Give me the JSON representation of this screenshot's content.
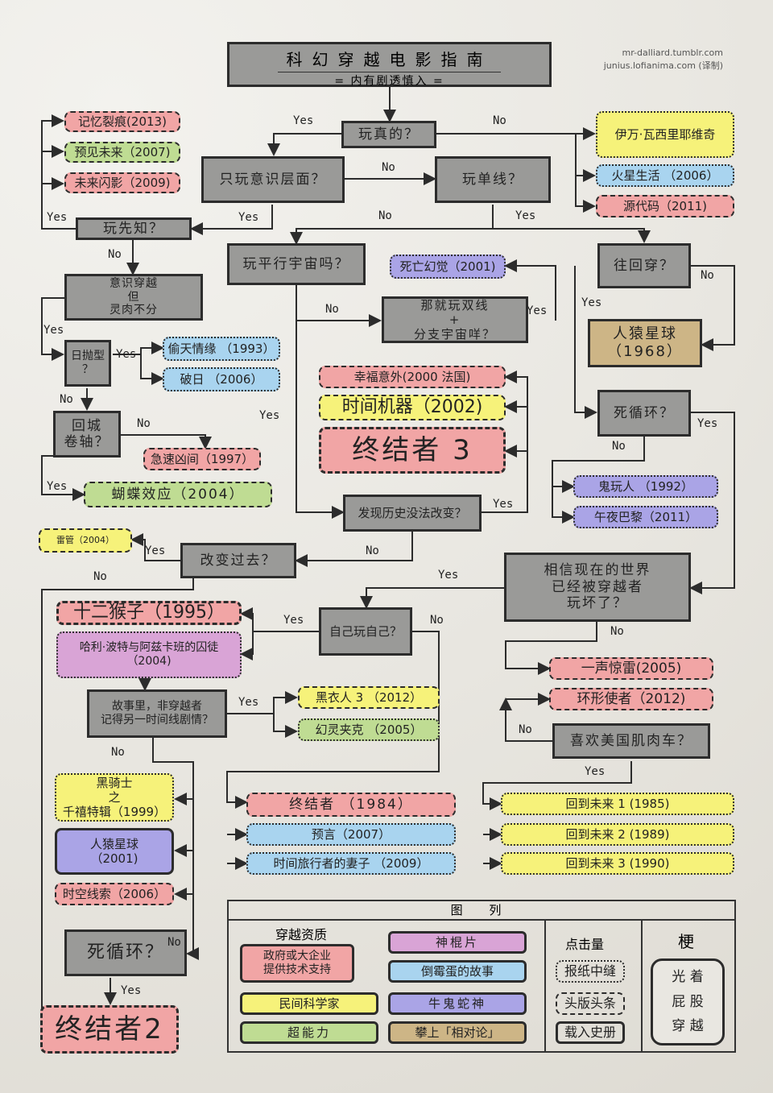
{
  "title": {
    "main": "科幻穿越电影指南",
    "sub": "= 内有剧透慎入 ="
  },
  "credit": {
    "line1": "mr-dalliard.tumblr.com",
    "line2": "junius.lofianima.com (译制)"
  },
  "questions": {
    "real": "玩真的？",
    "consciousness_only": "只玩意识层面？",
    "single_line": "玩单线？",
    "prophet": "玩先知？",
    "parallel": "玩平行宇宙吗？",
    "go_back": "往回穿？",
    "mind_not_body": "意识穿越\n但\n灵肉不分",
    "calendar": "日抛型\n？",
    "scroll_back": "回城\n卷轴？",
    "double_line": "那就玩双线\n+\n分支宇宙咩？",
    "loop1": "死循环？",
    "history": "发现历史没法改变？",
    "change_past": "改变过去？",
    "broken_world": "相信现在的世界\n已经被穿越者\n玩坏了？",
    "self_play": "自己玩自己？",
    "remember": "故事里，非穿越者\n记得另一时间线剧情？",
    "muscle_car": "喜欢美国肌肉车？",
    "loop2": "死循环？"
  },
  "labels": {
    "yes": "Yes",
    "no": "No"
  },
  "movies": {
    "memento": "记忆裂痕(2013)",
    "next": "预见未来（2007)",
    "flashforward": "未来闪影（2009)",
    "vasilievich": "伊万·瓦西里耶维奇",
    "life_on_mars": "火星生活 （2006）",
    "source_code": "源代码（2011)",
    "donnie_darko": "死亡幻觉（2001)",
    "planet_apes_1968": "人猿星球\n（1968）",
    "groundhog_a": "偷天情缘 （1993）",
    "deja_vu_a": "破日 （2006）",
    "kate_leopold": "幸福意外(2000 法国)",
    "time_machine": "时间机器（2002)",
    "terminator3": "终结者 3",
    "retroactive": "急速凶间（1997）",
    "butterfly": "蝴蝶效应（2004）",
    "timecop": "鬼玩人 （1992）",
    "midnight_paris": "午夜巴黎（2011）",
    "looper_small": "雷管（2004）",
    "twelve_monkeys": "十二猴子（1995）",
    "harry_potter": "哈利·波特与阿兹卡班的囚徒\n（2004)",
    "mib3": "黑衣人 3 （2012）",
    "jacket": "幻灵夹克 （2005）",
    "terminator1984": "终结者 （1984）",
    "predestination": "预言（2007）",
    "time_travelers_wife": "时间旅行者的妻子 （2009）",
    "sound_thunder": "一声惊雷(2005)",
    "looper": "环形使者（2012)",
    "bttf1": "回到未来 1 (1985)",
    "bttf2": "回到未来 2 (1989)",
    "bttf3": "回到未来 3 (1990)",
    "black_knight": "黑骑士\n之\n千禧特辑（1999）",
    "planet_apes_2001": "人猿星球\n（2001)",
    "deja_vu_b": "时空线索（2006）",
    "terminator2": "终结者2"
  },
  "legend": {
    "heading": "图 列",
    "source_title": "穿越资质",
    "gov": "政府或大企业\n提供技术支持",
    "amateur": "民间科学家",
    "power": "超能力",
    "magic": "神棍片",
    "bad_luck": "倒霉蛋的故事",
    "ghost": "牛鬼蛇神",
    "relativity": "攀上「相对论」",
    "popularity_title": "点击量",
    "pop_low": "报纸中缝",
    "pop_mid": "头版头条",
    "pop_high": "载入史册",
    "meme_title": "梗",
    "meme_text": "光  着\n屁  股\n穿  越"
  },
  "colors": {
    "question": "#9a9a98",
    "red": "#f1a5a5",
    "yellow": "#f6f27a",
    "blue": "#a9d4ef",
    "green": "#bfdc93",
    "purple": "#aaa4e6",
    "pink": "#d9a4d6",
    "tan": "#cdb586"
  }
}
